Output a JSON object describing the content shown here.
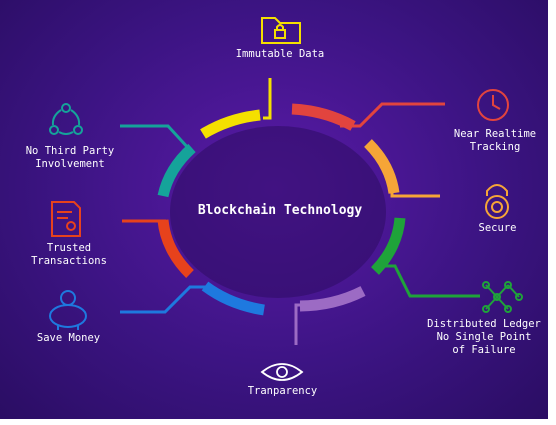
{
  "center_title": "Blockchain Technology",
  "features": [
    {
      "id": "immutable",
      "label": "Immutable Data",
      "icon": "folder-lock-icon",
      "color": "#f4e000"
    },
    {
      "id": "realtime",
      "label": "Near Realtime\nTracking",
      "icon": "clock-icon",
      "color": "#e2443e"
    },
    {
      "id": "secure",
      "label": "Secure",
      "icon": "padlock-icon",
      "color": "#f6a537"
    },
    {
      "id": "distributed",
      "label": "Distributed Ledger\nNo Single Point\nof Failure",
      "icon": "network-nodes-icon",
      "color": "#1fa33a"
    },
    {
      "id": "transparency",
      "label": "Tranparency",
      "icon": "eye-icon",
      "color": "#9c6bc4"
    },
    {
      "id": "save",
      "label": "Save Money",
      "icon": "piggy-bank-icon",
      "color": "#1e79df"
    },
    {
      "id": "trusted",
      "label": "Trusted\nTransactions",
      "icon": "certificate-document-icon",
      "color": "#e7421c"
    },
    {
      "id": "nothird",
      "label": "No Third Party\nInvolvement",
      "icon": "cycle-icon",
      "color": "#15a39a"
    }
  ],
  "colors": {
    "background": "#3c1483",
    "yellow": "#f4e000",
    "red": "#e2443e",
    "orange": "#f6a537",
    "green": "#1fa33a",
    "purple": "#9c6bc4",
    "blue": "#1e79df",
    "orange_red": "#e7421c",
    "teal": "#15a39a",
    "icon_stroke": "#ffffff"
  }
}
